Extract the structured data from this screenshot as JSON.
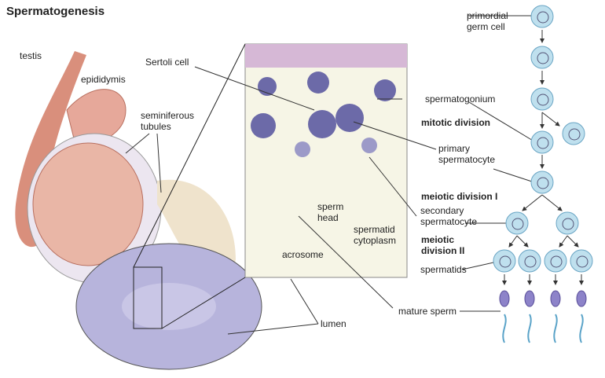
{
  "title": "Spermatogenesis",
  "labels": {
    "testis": "testis",
    "epididymis": "epididymis",
    "seminiferous_tubules": "seminiferous\ntubules",
    "sertoli_cell": "Sertoli cell",
    "sperm_head": "sperm\nhead",
    "spermatid_cytoplasm": "spermatid\ncytoplasm",
    "acrosome": "acrosome",
    "lumen": "lumen",
    "primordial_germ_cell": "primordial\ngerm cell",
    "spermatogonium": "spermatogonium",
    "mitotic_division": "mitotic division",
    "primary_spermatocyte": "primary\nspermatocyte",
    "meiotic_division_1": "meiotic division I",
    "secondary_spermatocyte": "secondary\nspermatocyte",
    "meiotic_division_2": "meiotic\ndivision II",
    "spermatids": "spermatids",
    "mature_sperm": "mature sperm"
  },
  "colors": {
    "cell": "#bfe0ee",
    "cell_stroke": "#6aa5c4",
    "sperm_head": "#8d83c9",
    "tail": "#5aa3c8",
    "testis": "#e6a89a",
    "tubule": "#a6a3d4"
  }
}
